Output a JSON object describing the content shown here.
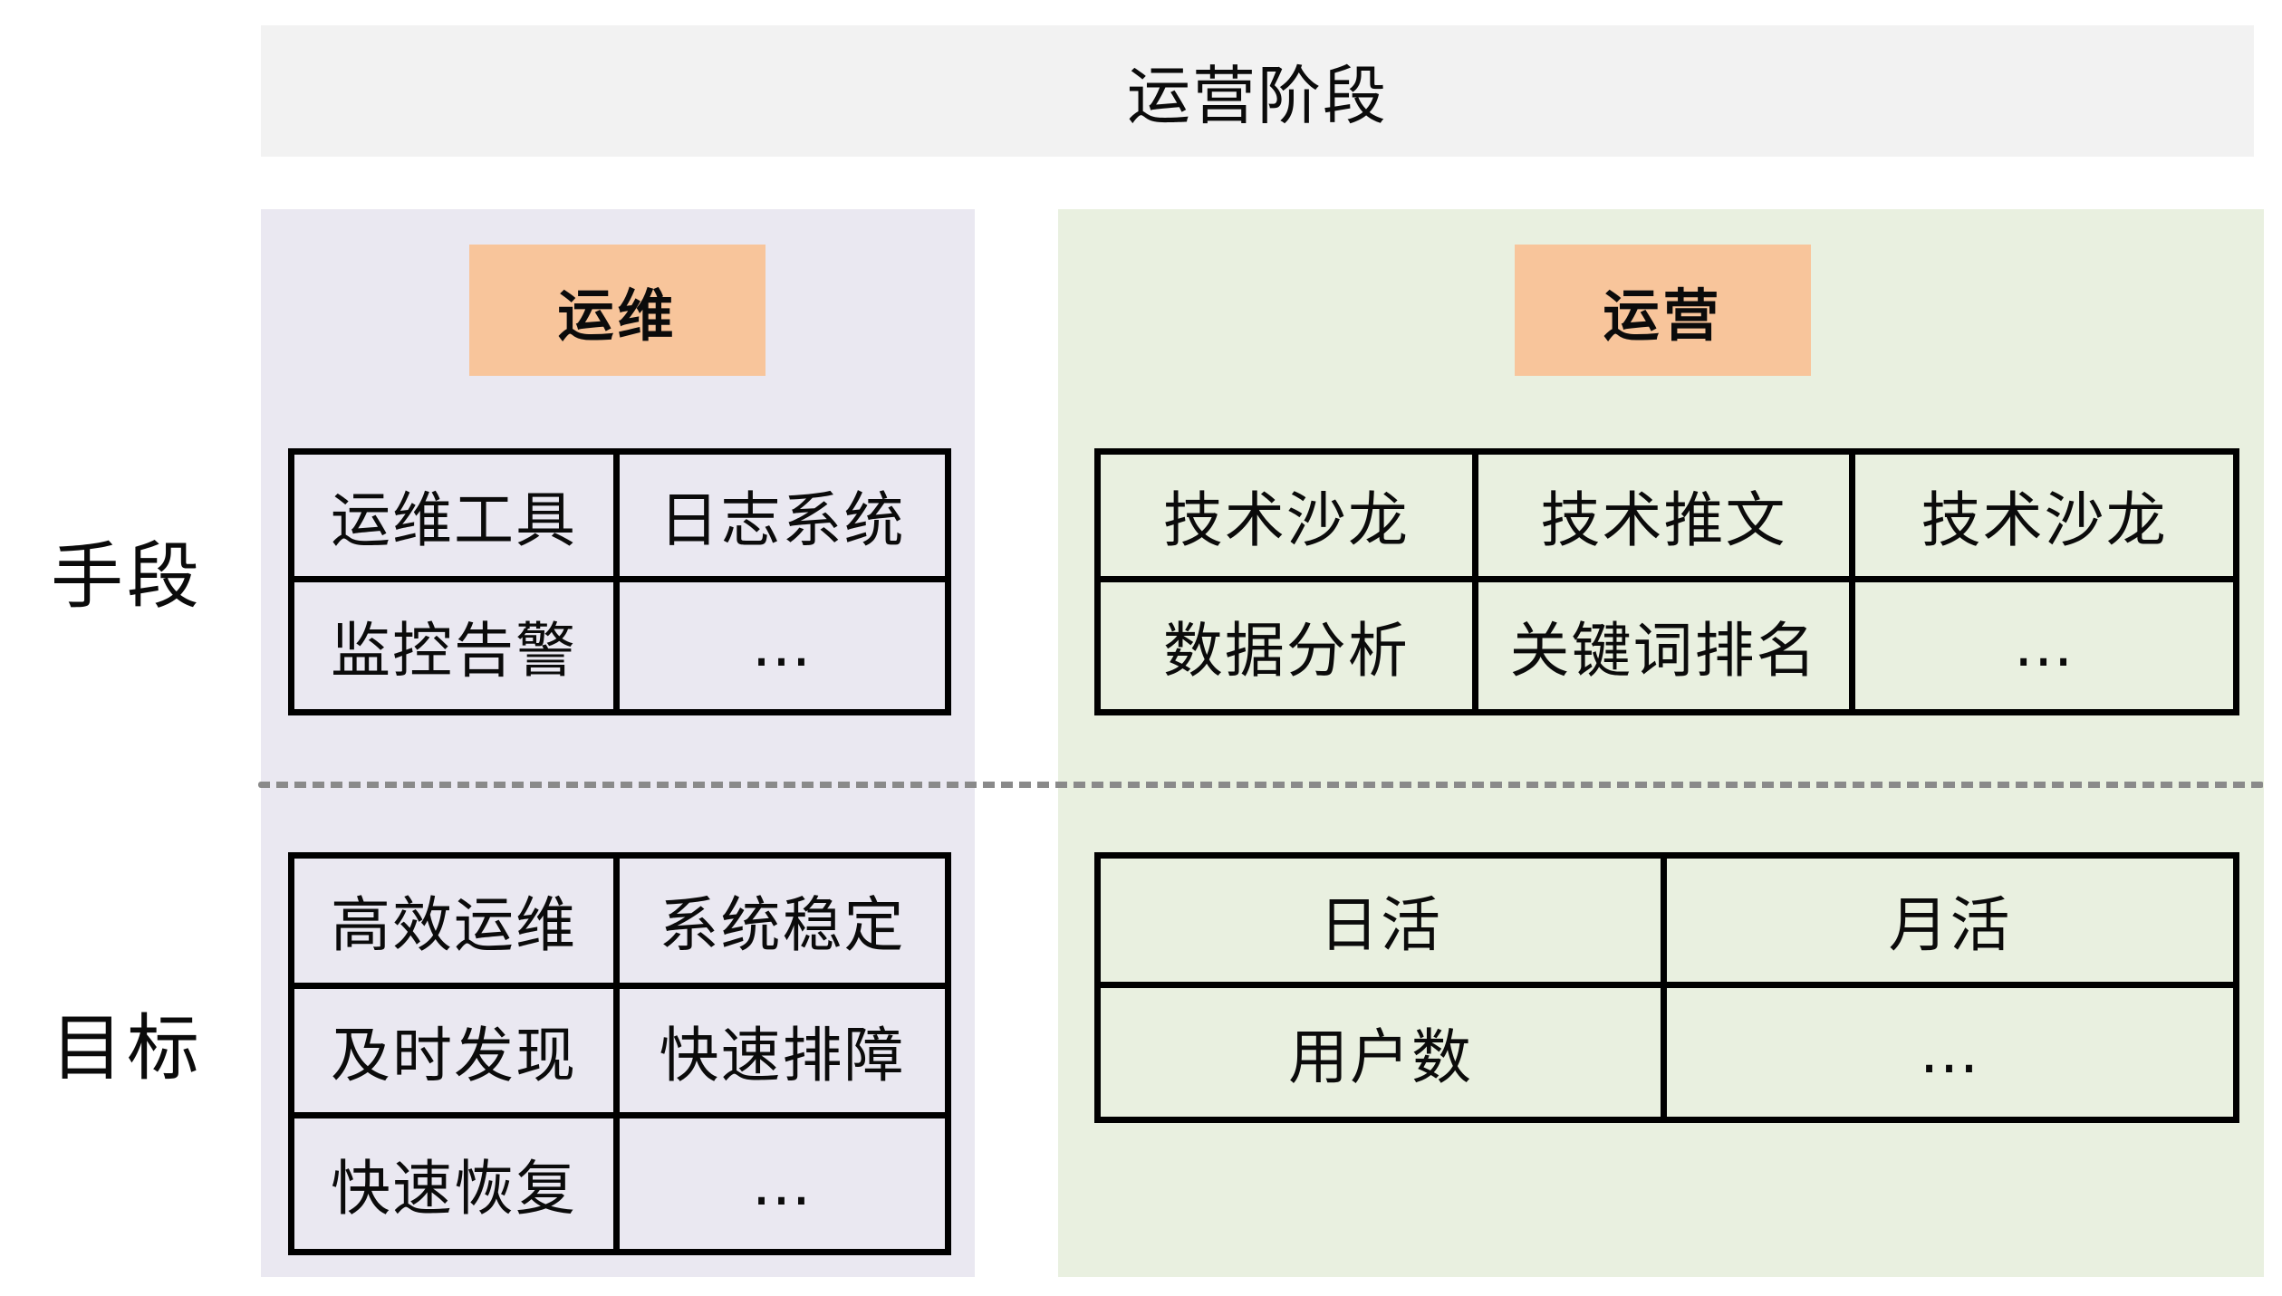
{
  "banner": {
    "title": "运营阶段"
  },
  "row_labels": {
    "methods": "手段",
    "goals": "目标"
  },
  "sections": {
    "ops_maintenance": {
      "header": "运维",
      "methods_table": {
        "rows": [
          [
            "运维工具",
            "日志系统"
          ],
          [
            "监控告警",
            "…"
          ]
        ]
      },
      "goals_table": {
        "rows": [
          [
            "高效运维",
            "系统稳定"
          ],
          [
            "及时发现",
            "快速排障"
          ],
          [
            "快速恢复",
            "…"
          ]
        ]
      }
    },
    "operations": {
      "header": "运营",
      "methods_table": {
        "rows": [
          [
            "技术沙龙",
            "技术推文",
            "技术沙龙"
          ],
          [
            "数据分析",
            "关键词排名",
            "…"
          ]
        ]
      },
      "goals_table": {
        "rows": [
          [
            "日活",
            "月活"
          ],
          [
            "用户数",
            "…"
          ]
        ]
      }
    }
  },
  "colors": {
    "banner_bg": "#f2f2f2",
    "ops_panel_bg": "#eae8f1",
    "operations_panel_bg": "#e9f0e0",
    "header_chip_bg": "#f8c59b",
    "table_border": "#000000",
    "dashed_divider": "#8a8a8a",
    "text": "#0b0b0b"
  }
}
